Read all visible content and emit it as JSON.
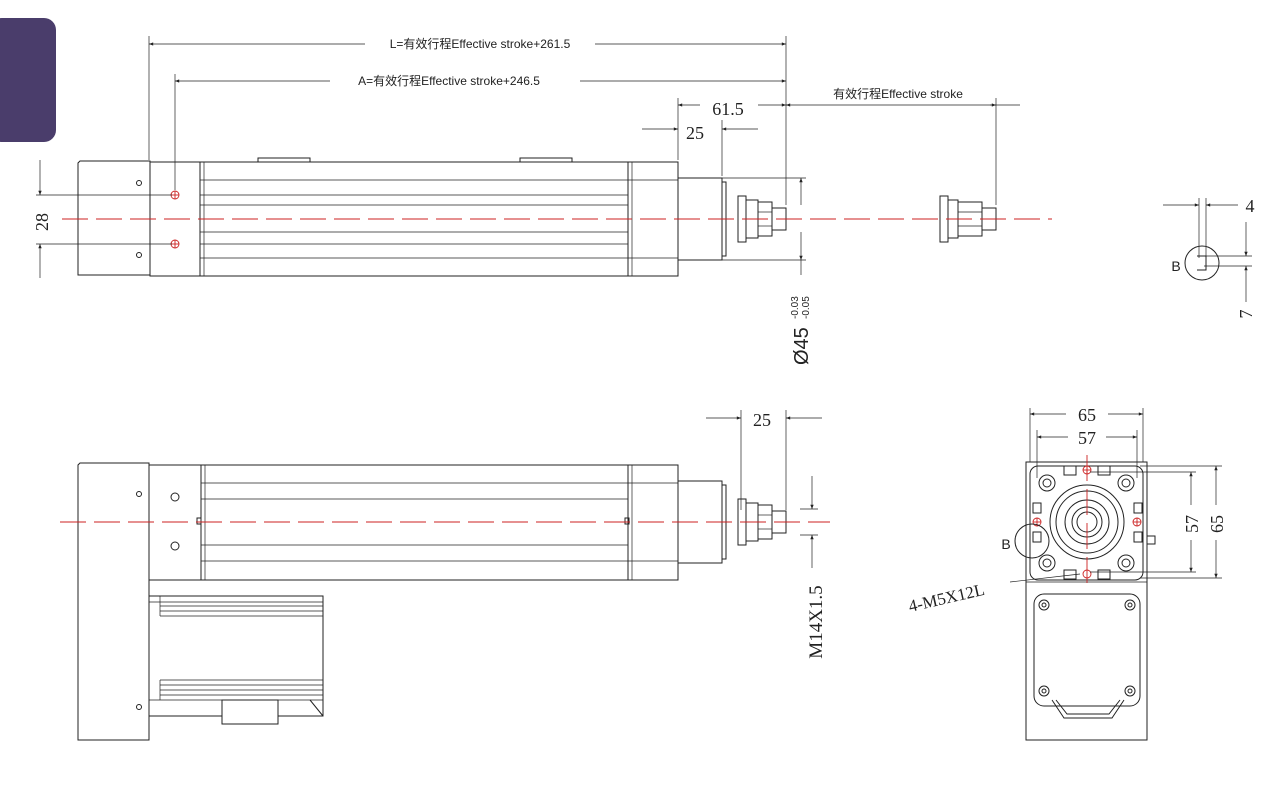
{
  "colors": {
    "tab": "#4a3d6b",
    "line": "#222222",
    "centerline": "#cc2222",
    "background": "#ffffff"
  },
  "labels": {
    "L": "L=有效行程Effective stroke+261.5",
    "A": "A=有效行程Effective stroke+246.5",
    "stroke": "有效行程Effective stroke",
    "d61_5": "61.5",
    "d25_top": "25",
    "d28": "28",
    "diameter": "Ø45",
    "tol_upper": "-0.03",
    "tol_lower": "-0.05",
    "d4": "4",
    "d7": "7",
    "B_detail": "B",
    "d25_bottom": "25",
    "thread": "M14X1.5",
    "d65_top": "65",
    "d57_top": "57",
    "d57_right": "57",
    "d65_right": "65",
    "B_end": "B",
    "holes": "4-M5X12L"
  }
}
